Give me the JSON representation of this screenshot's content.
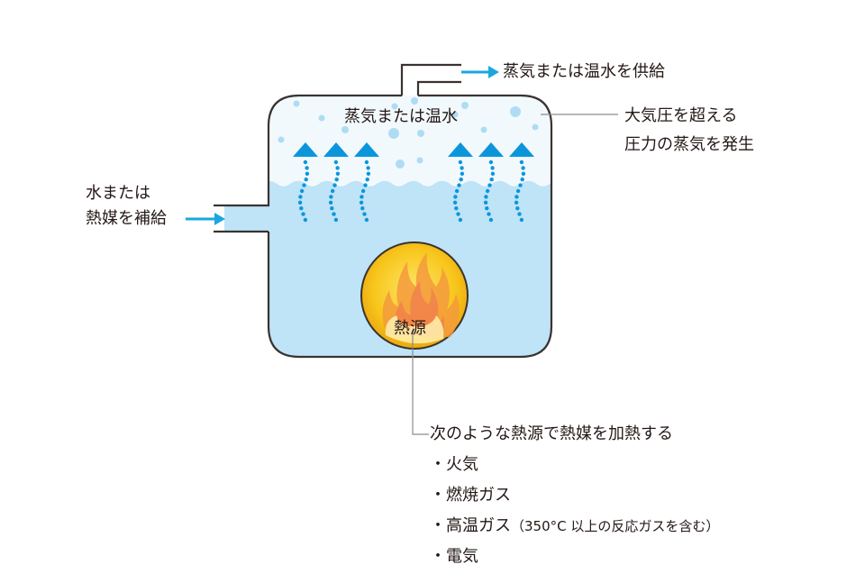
{
  "diagram": {
    "title_outlet": "蒸気または温水を供給",
    "vessel_top_label": "蒸気または温水",
    "pressure_note": [
      "大気圧を超える",
      "圧力の蒸気を発生"
    ],
    "inlet_note": [
      "水または",
      "熱媒を補給"
    ],
    "heat_source_label": "熱源",
    "heat_sources_intro": "次のような熱源で熱媒を加熱する",
    "heat_sources": [
      {
        "bullet": "・",
        "label": "火気",
        "note": ""
      },
      {
        "bullet": "・",
        "label": "燃焼ガス",
        "note": ""
      },
      {
        "bullet": "・",
        "label": "高温ガス",
        "note": "（350°C 以上の反応ガスを含む）"
      },
      {
        "bullet": "・",
        "label": "電気",
        "note": ""
      }
    ],
    "colors": {
      "steam_fill": "#f2f9fd",
      "water_fill": "#bfe3f7",
      "accent_blue": "#1aa7e0",
      "arrow_blue": "#0b96dc",
      "bubble": "#aedcf4",
      "outline": "#3a3330",
      "leader": "#8c8c8c",
      "heat_yellow": "#f7c51b"
    }
  }
}
